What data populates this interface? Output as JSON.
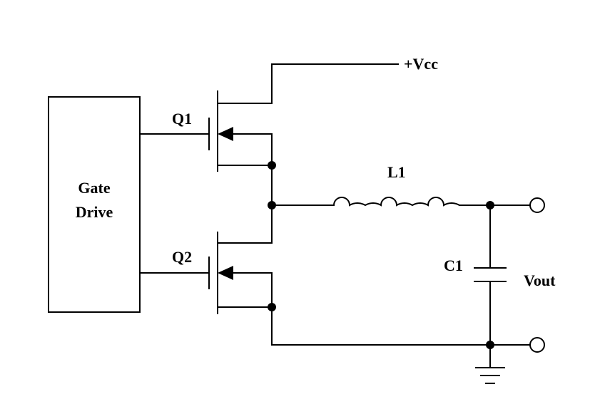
{
  "labels": {
    "vcc": "+Vcc",
    "q1": "Q1",
    "q2": "Q2",
    "l1": "L1",
    "c1": "C1",
    "vout": "Vout",
    "gate_drive_line1": "Gate",
    "gate_drive_line2": "Drive"
  },
  "colors": {
    "ink": "#000000",
    "background": "#ffffff"
  }
}
